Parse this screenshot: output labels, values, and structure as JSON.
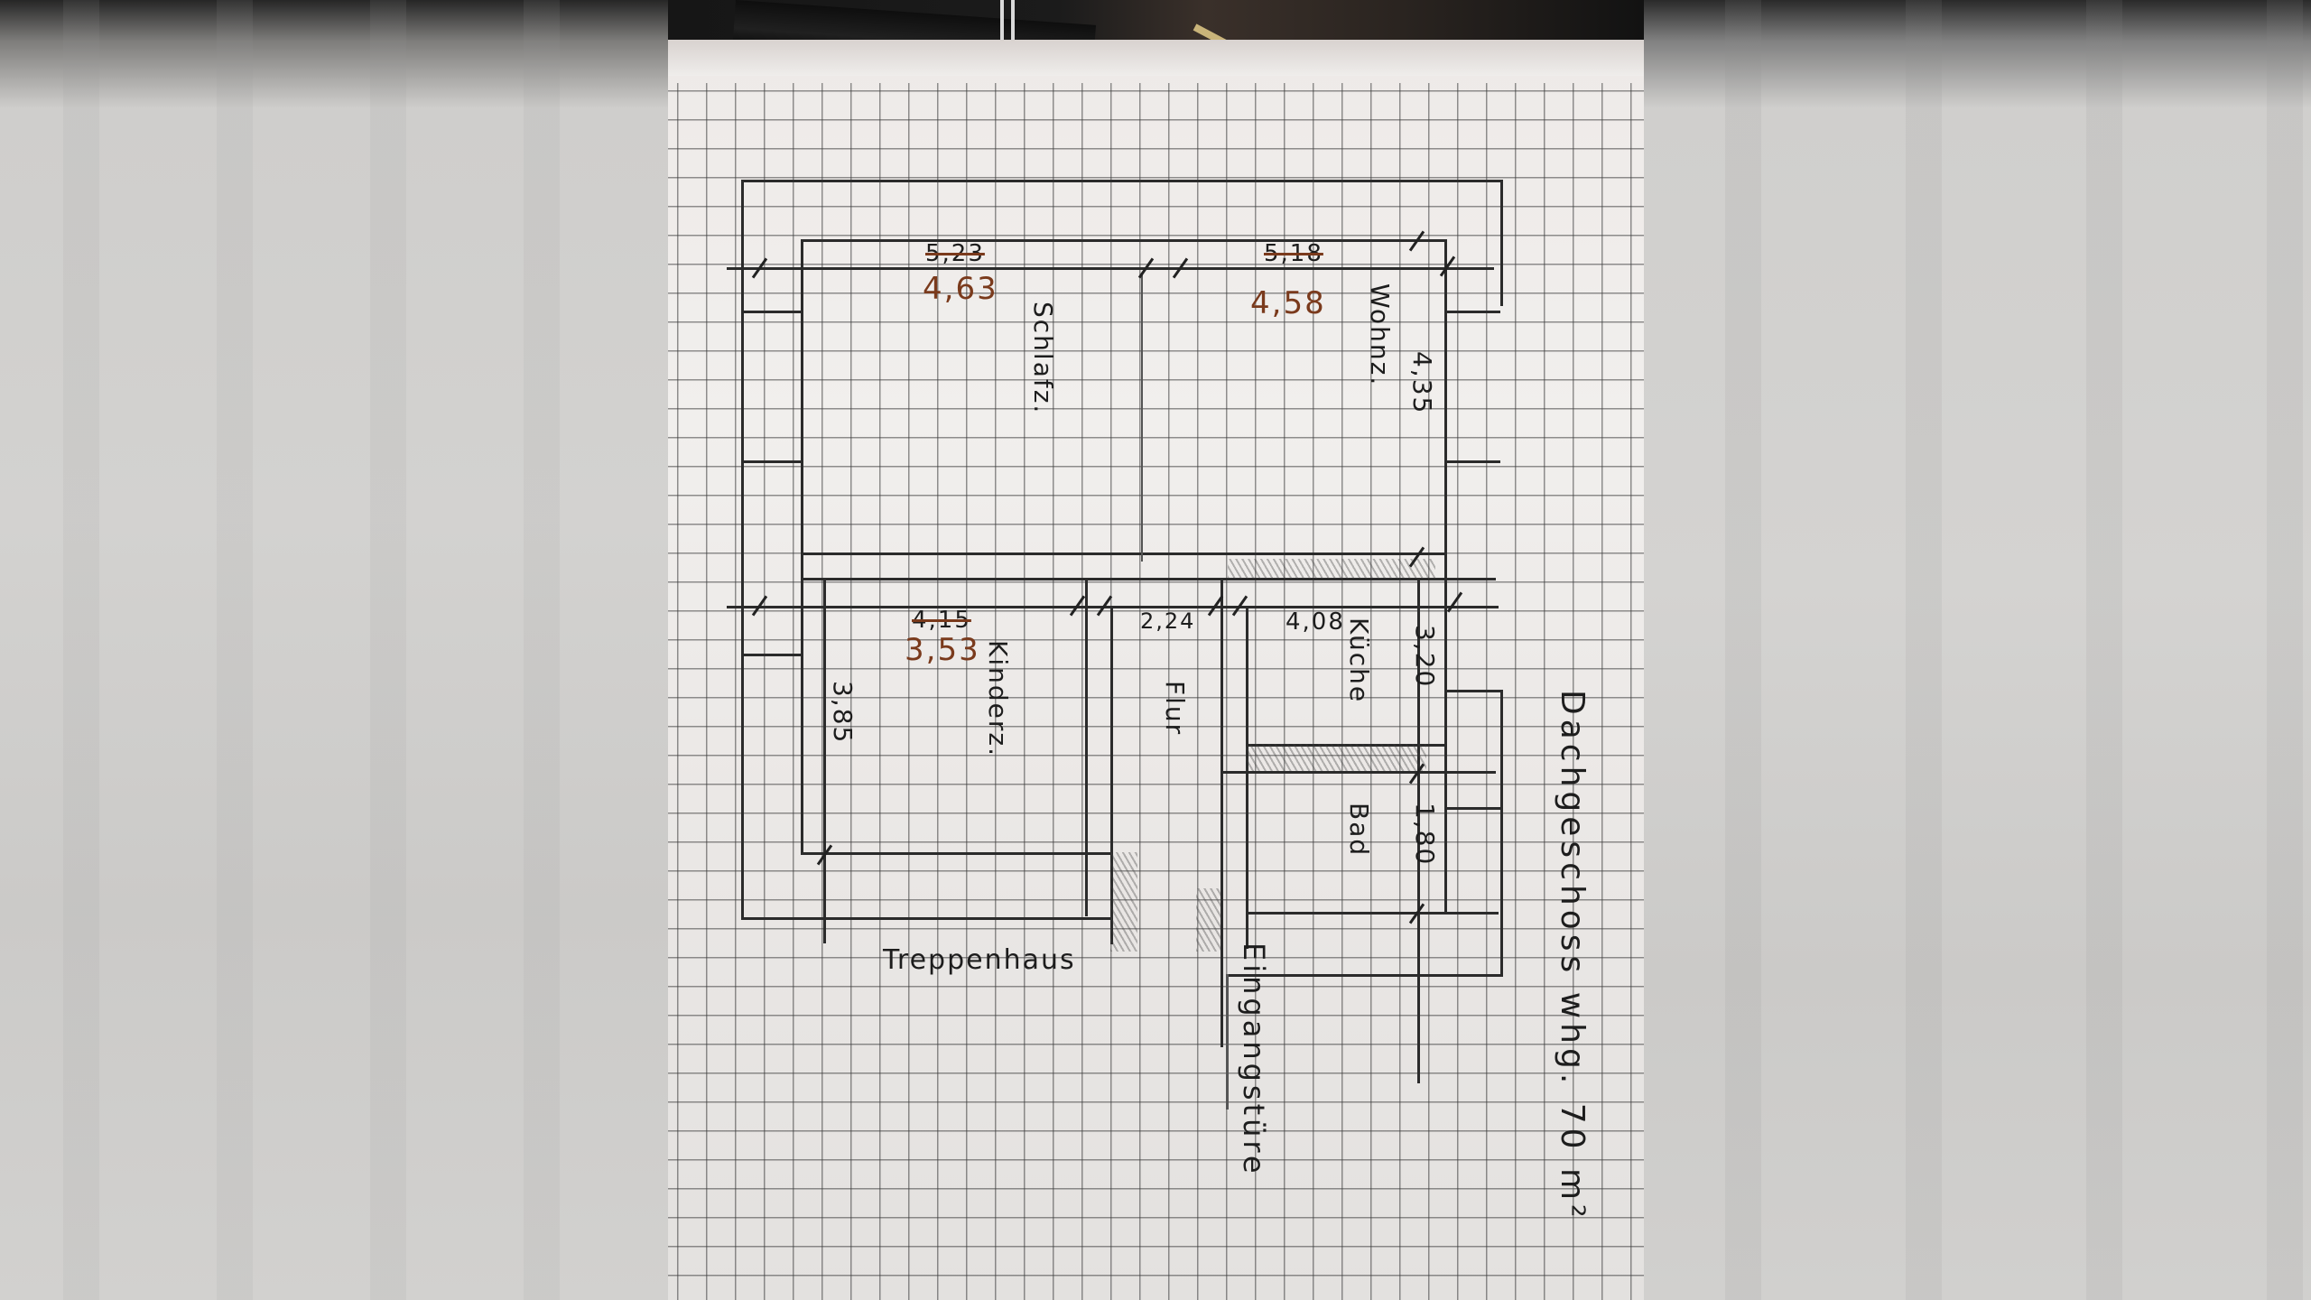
{
  "sketch": {
    "title": "Dachgeschoss whg. 70 m²",
    "rooms": {
      "schlafzimmer": {
        "label": "Schlafz.",
        "width_old": "5,23",
        "width_new": "4,63"
      },
      "wohnzimmer": {
        "label": "Wohnz.",
        "width_old": "5,18",
        "width_new": "4,58",
        "depth": "4,35"
      },
      "kinderzimmer": {
        "label": "Kinderz.",
        "width_old": "4,15",
        "width_new": "3,53",
        "depth": "3,85"
      },
      "flur": {
        "label": "Flur",
        "width": "2,24"
      },
      "kueche": {
        "label": "Küche",
        "width": "4,08",
        "depth": "3,20"
      },
      "bad": {
        "label": "Bad",
        "depth": "1,80"
      }
    },
    "stairwell_label": "Treppenhaus",
    "entrance_label": "Eingangstüre"
  },
  "colors": {
    "paper": "#eeeae8",
    "pencil": "#2b2b2b",
    "correction_ink": "#7a3a1c",
    "background": "#cfcecc"
  }
}
